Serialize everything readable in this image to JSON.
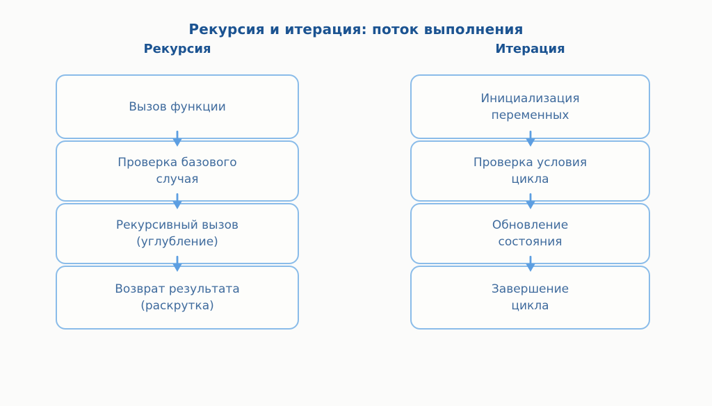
{
  "title": "Рекурсия и итерация: поток выполнения",
  "columns": [
    {
      "header": "Рекурсия",
      "steps": [
        {
          "label": "Вызов функции"
        },
        {
          "label": "Проверка базового\nслучая"
        },
        {
          "label": "Рекурсивный вызов\n(углубление)"
        },
        {
          "label": "Возврат результата\n(раскрутка)"
        }
      ]
    },
    {
      "header": "Итерация",
      "steps": [
        {
          "label": "Инициализация\nпеременных"
        },
        {
          "label": "Проверка условия\nцикла"
        },
        {
          "label": "Обновление\nсостояния"
        },
        {
          "label": "Завершение\nцикла"
        }
      ]
    }
  ],
  "icons": {
    "between_steps": "arrow-down-icon"
  },
  "colors": {
    "background": "#fbfbfa",
    "title_text": "#1b5391",
    "box_text": "#3f6b9d",
    "box_border": "#8abce9",
    "box_fill": "#fdfdfb",
    "arrow": "#5c9ee1"
  }
}
